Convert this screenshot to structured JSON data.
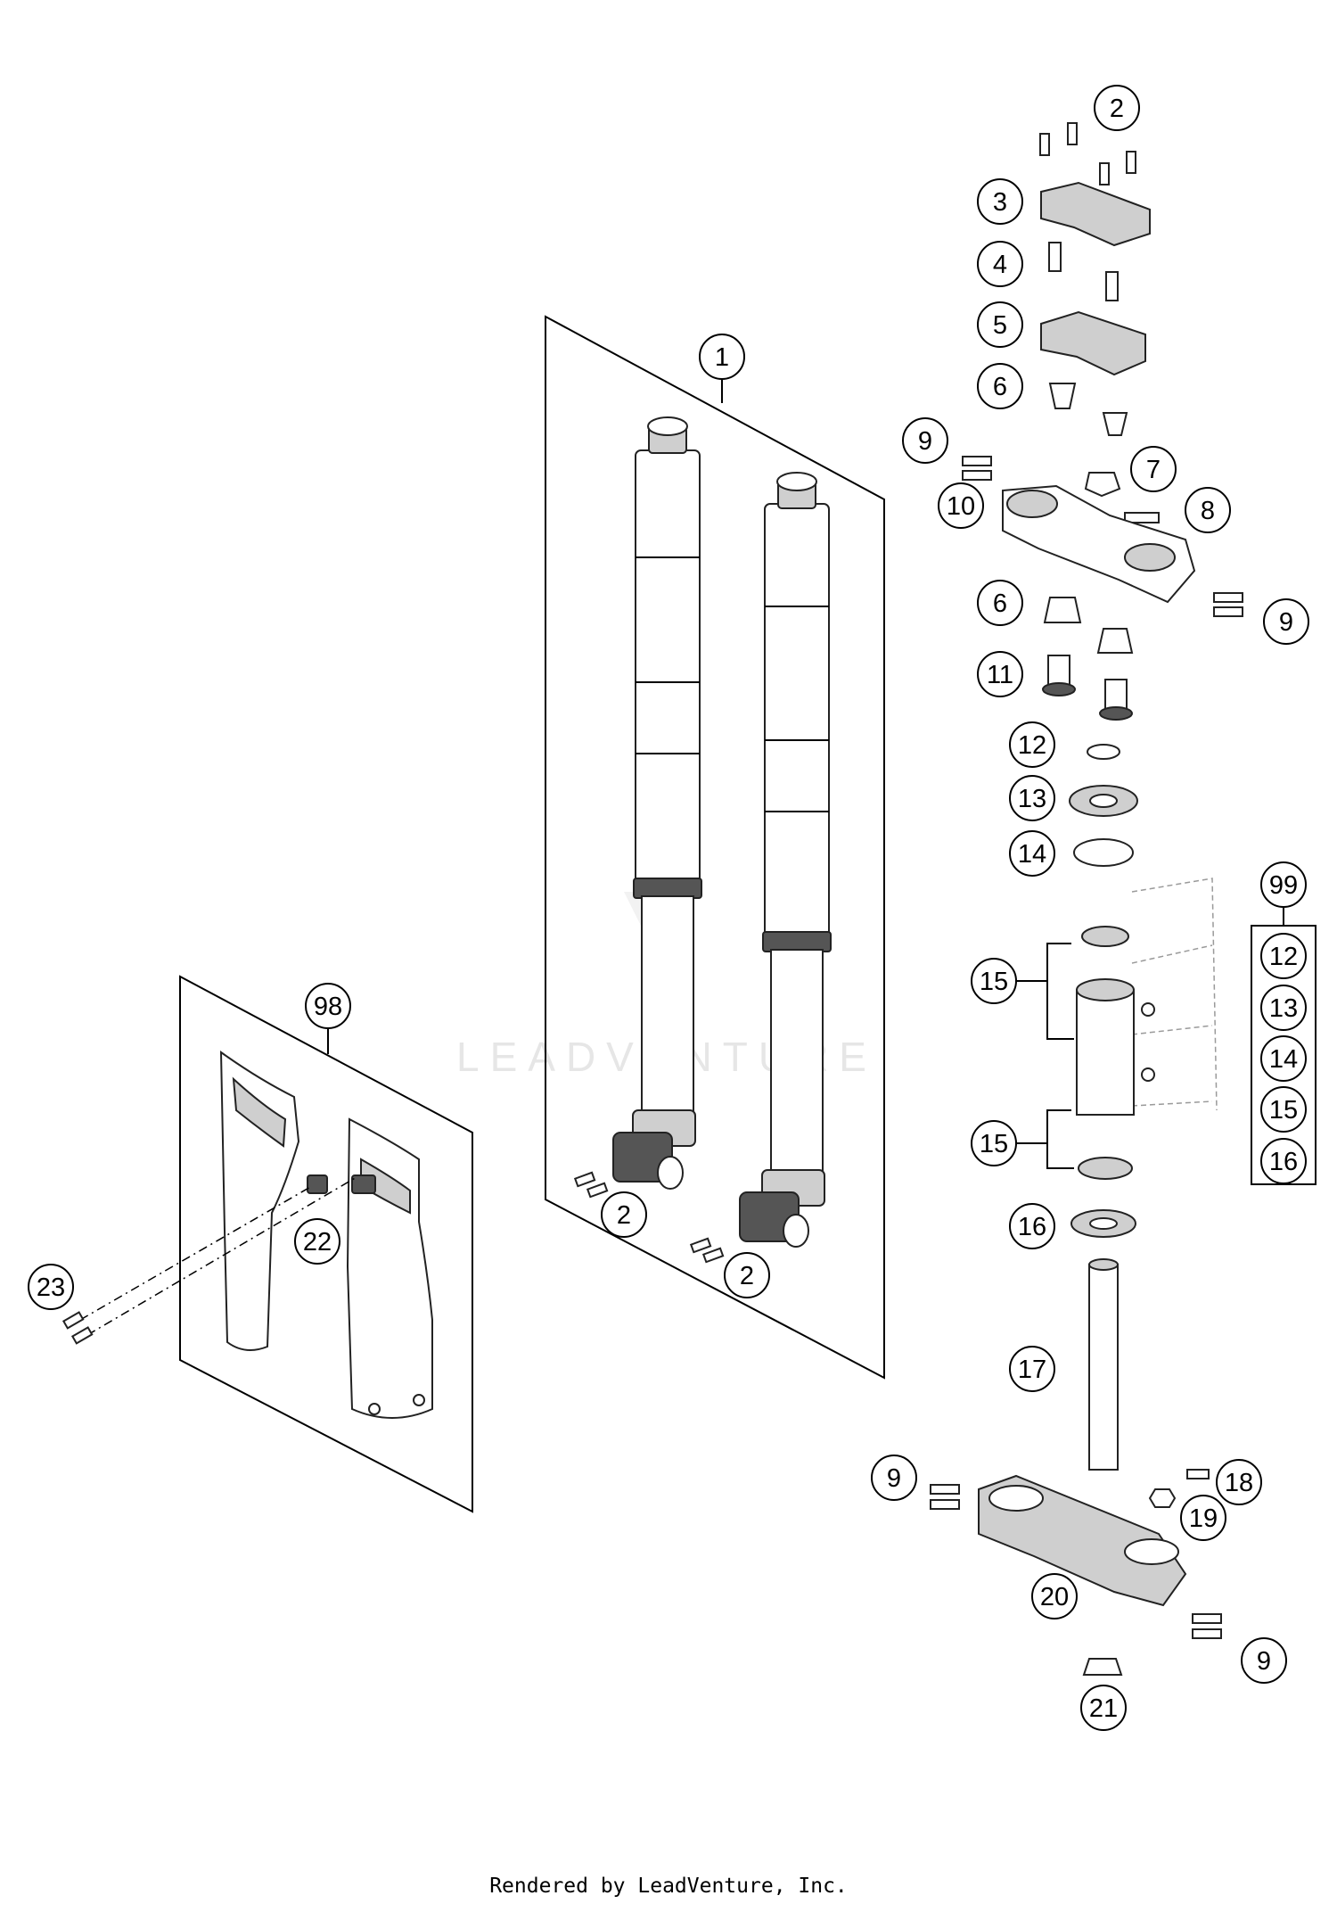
{
  "watermark": "LEADVENTURE",
  "footer": "Rendered by LeadVenture, Inc.",
  "callouts": {
    "c1": "1",
    "c2a": "2",
    "c2b": "2",
    "c2c": "2",
    "c3": "3",
    "c4": "4",
    "c5": "5",
    "c6a": "6",
    "c6b": "6",
    "c7": "7",
    "c8": "8",
    "c9a": "9",
    "c9b": "9",
    "c9c": "9",
    "c9d": "9",
    "c10": "10",
    "c11": "11",
    "c12": "12",
    "c13": "13",
    "c14": "14",
    "c15a": "15",
    "c15b": "15",
    "c16": "16",
    "c17": "17",
    "c18": "18",
    "c19": "19",
    "c20": "20",
    "c21": "21",
    "c22": "22",
    "c23": "23",
    "c98": "98",
    "c99": "99"
  },
  "kit_99": [
    "12",
    "13",
    "14",
    "15",
    "16"
  ]
}
